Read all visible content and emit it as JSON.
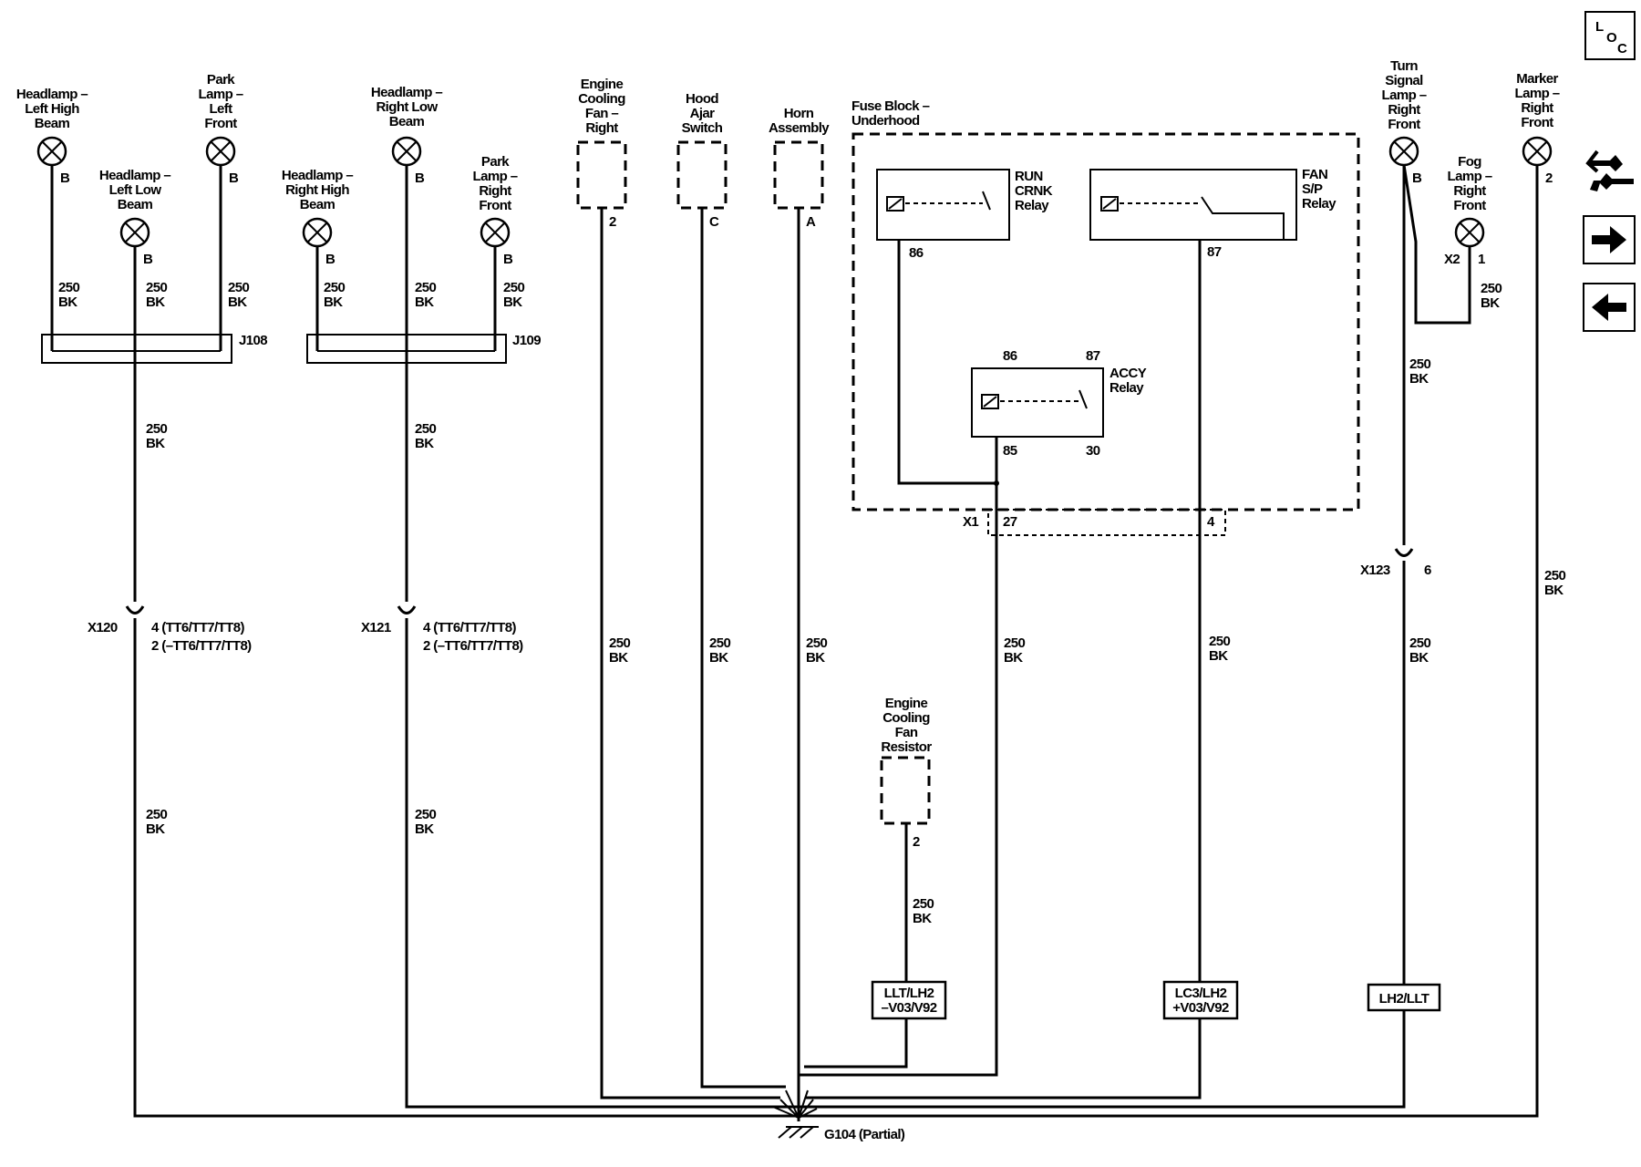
{
  "components": {
    "hl_left_high": [
      "Headlamp –",
      "Left High",
      "Beam"
    ],
    "park_left_front": [
      "Park",
      "Lamp –",
      "Left",
      "Front"
    ],
    "hl_left_low": [
      "Headlamp –",
      "Left Low",
      "Beam"
    ],
    "hl_right_high": [
      "Headlamp –",
      "Right High",
      "Beam"
    ],
    "hl_right_low": [
      "Headlamp –",
      "Right Low",
      "Beam"
    ],
    "park_right_front": [
      "Park",
      "Lamp –",
      "Right",
      "Front"
    ],
    "fan_right": [
      "Engine",
      "Cooling",
      "Fan –",
      "Right"
    ],
    "hood_ajar": [
      "Hood",
      "Ajar",
      "Switch"
    ],
    "horn": [
      "Horn",
      "Assembly"
    ],
    "fuse_block": [
      "Fuse Block –",
      "Underhood"
    ],
    "turn_signal": [
      "Turn",
      "Signal",
      "Lamp –",
      "Right",
      "Front"
    ],
    "fog_lamp": [
      "Fog",
      "Lamp –",
      "Right",
      "Front"
    ],
    "marker_lamp": [
      "Marker",
      "Lamp –",
      "Right",
      "Front"
    ],
    "fan_resistor": [
      "Engine",
      "Cooling",
      "Fan",
      "Resistor"
    ]
  },
  "relays": {
    "run_crnk": [
      "RUN",
      "CRNK",
      "Relay"
    ],
    "fan_sp": [
      "FAN",
      "S/P",
      "Relay"
    ],
    "accy": [
      "ACCY",
      "Relay"
    ]
  },
  "pins": {
    "hl_left_high": "B",
    "park_left_front": "B",
    "hl_left_low": "B",
    "hl_right_high": "B",
    "hl_right_low": "B",
    "park_right_front": "B",
    "fan_right": "2",
    "hood_ajar": "C",
    "horn": "A",
    "turn_signal": "B",
    "fog_lamp": "1",
    "marker_lamp": "2",
    "fan_resistor": "2",
    "run_crnk_86": "86",
    "fan_sp_87": "87",
    "accy_86": "86",
    "accy_87": "87",
    "accy_85": "85",
    "accy_30": "30",
    "x1_27": "27",
    "x1_4": "4"
  },
  "wire": {
    "gauge": "250",
    "color": "BK"
  },
  "splices": {
    "j108": "J108",
    "j109": "J109"
  },
  "connectors": {
    "x1": "X1",
    "x2": "X2",
    "x120": {
      "name": "X120",
      "pin_a": "4 (TT6/TT7/TT8)",
      "pin_b": "2 (–TT6/TT7/TT8)"
    },
    "x121": {
      "name": "X121",
      "pin_a": "4 (TT6/TT7/TT8)",
      "pin_b": "2 (–TT6/TT7/TT8)"
    },
    "x123": {
      "name": "X123",
      "pin": "6"
    }
  },
  "options": {
    "llt": [
      "LLT/LH2",
      "–V03/V92"
    ],
    "lc3": [
      "LC3/LH2",
      "+V03/V92"
    ],
    "lh2": [
      "LH2/LLT"
    ]
  },
  "ground": "G104 (Partial)",
  "nav": {
    "loc": [
      "L",
      "O",
      "C"
    ],
    "icons": [
      "component-connector-icon",
      "next-arrow-icon",
      "previous-arrow-icon"
    ]
  }
}
